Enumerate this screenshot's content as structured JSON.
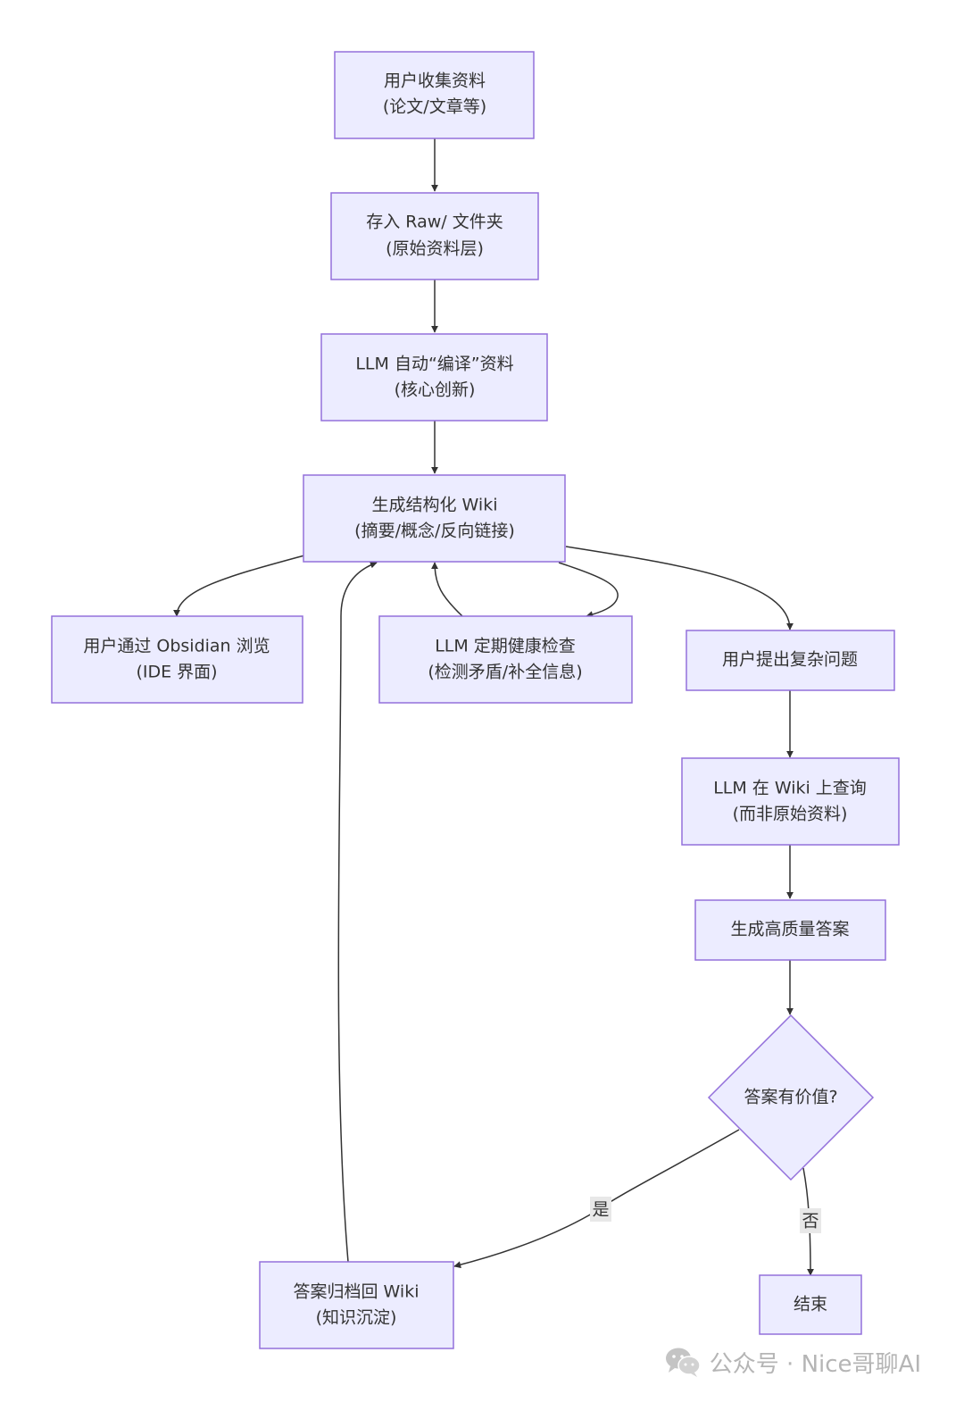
{
  "nodes": {
    "collect": {
      "line1": "用户收集资料",
      "line2": "(论文/文章等)"
    },
    "raw": {
      "line1": "存入 Raw/ 文件夹",
      "line2": "(原始资料层)"
    },
    "compile": {
      "line1": "LLM 自动“编译”资料",
      "line2": "(核心创新)"
    },
    "wiki": {
      "line1": "生成结构化 Wiki",
      "line2": "(摘要/概念/反向链接)"
    },
    "obsidian": {
      "line1": "用户通过 Obsidian 浏览",
      "line2": "(IDE 界面)"
    },
    "health": {
      "line1": "LLM 定期健康检查",
      "line2": "(检测矛盾/补全信息)"
    },
    "question": {
      "line1": "用户提出复杂问题"
    },
    "query": {
      "line1": "LLM 在 Wiki 上查询",
      "line2": "(而非原始资料)"
    },
    "answer": {
      "line1": "生成高质量答案"
    },
    "decision": {
      "line1": "答案有价值?"
    },
    "archive": {
      "line1": "答案归档回 Wiki",
      "line2": "(知识沉淀)"
    },
    "end": {
      "line1": "结束"
    }
  },
  "edge_labels": {
    "yes": "是",
    "no": "否"
  },
  "watermark": {
    "text": "公众号 · Nice哥聊AI",
    "icon": "wechat-icon"
  },
  "colors": {
    "node_fill": "#ECECFF",
    "node_stroke": "#9370DB",
    "edge": "#333333",
    "text": "#333333",
    "label_bg": "#e8e8e8",
    "watermark": "#b5b5b5"
  }
}
